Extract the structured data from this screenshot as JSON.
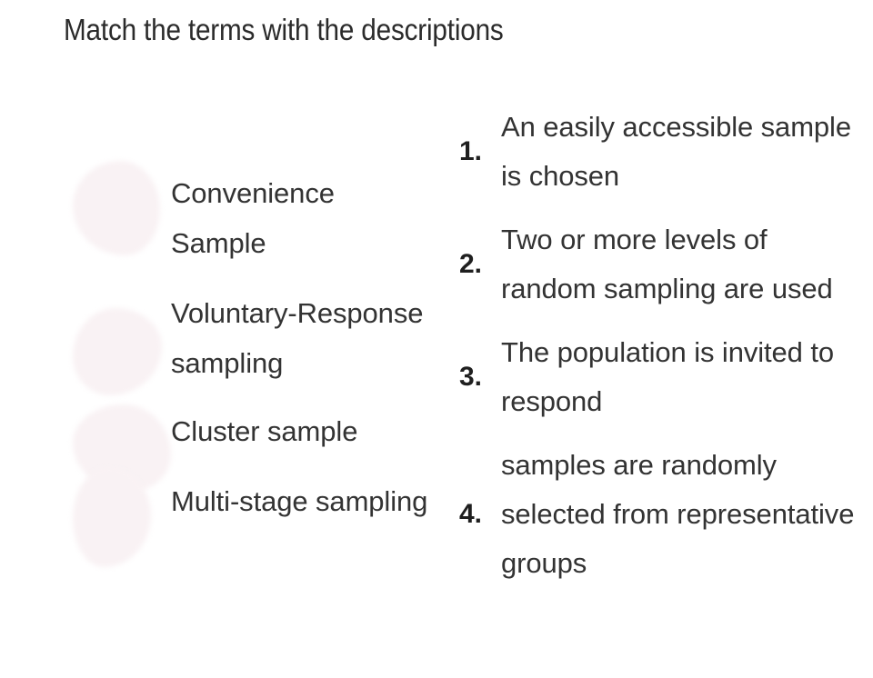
{
  "page": {
    "title": "Match the terms with the descriptions",
    "background_color": "#ffffff",
    "text_color": "#333333",
    "smudge_color": "#f9f2f4"
  },
  "terms_column": {
    "items": [
      {
        "label": "Convenience Sample",
        "answer_blank": ""
      },
      {
        "label": "Voluntary-Response sampling",
        "answer_blank": ""
      },
      {
        "label": "Cluster sample",
        "answer_blank": ""
      },
      {
        "label": "Multi-stage sampling",
        "answer_blank": ""
      }
    ]
  },
  "descriptions_column": {
    "items": [
      {
        "number": "1.",
        "text": "An easily accessible sample is chosen"
      },
      {
        "number": "2.",
        "text": "Two or more levels of random sampling are used"
      },
      {
        "number": "3.",
        "text": "The population is invited to respond"
      },
      {
        "number": "4.",
        "text": "samples are randomly selected from representative groups"
      }
    ]
  }
}
